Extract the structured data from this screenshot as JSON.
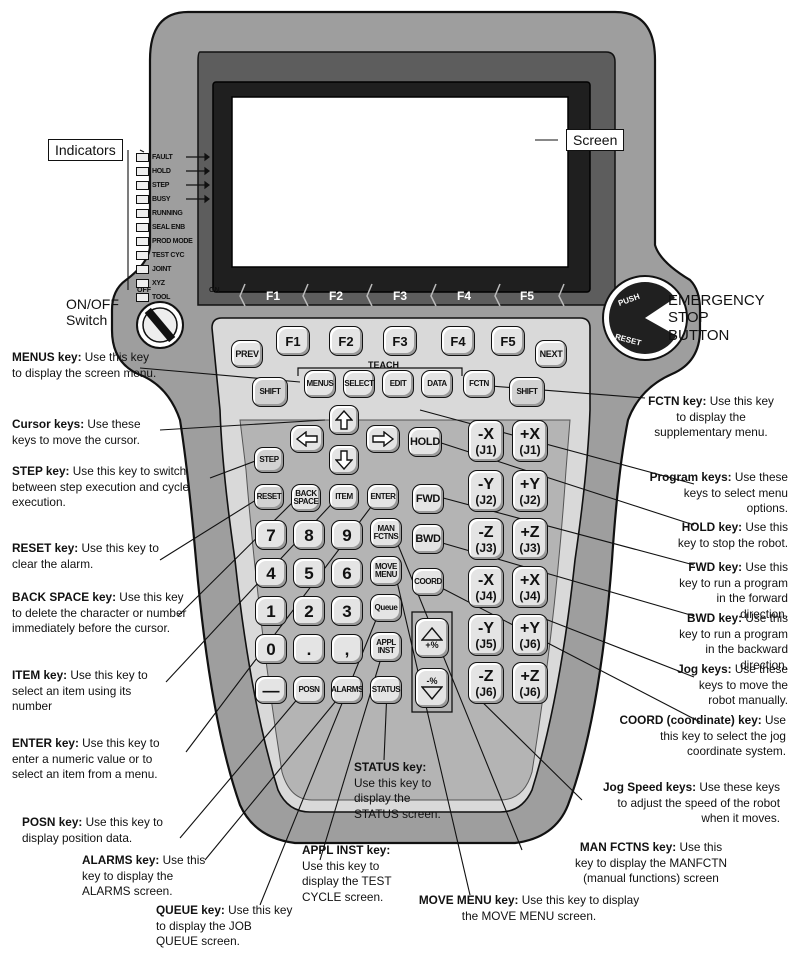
{
  "callouts": {
    "indicators": "Indicators",
    "screen": "Screen",
    "onoff_line1": "ON/OFF",
    "onoff_line2": "Switch",
    "estop_line1": "EMERGENCY",
    "estop_line2": "STOP",
    "estop_line3": "BUTTON",
    "switch_off": "OFF",
    "switch_on": "ON",
    "teach": "TEACH",
    "estop_ring_top": "PUSH",
    "estop_ring_bottom": "RESET"
  },
  "screen_fkeys": [
    "F1",
    "F2",
    "F3",
    "F4",
    "F5"
  ],
  "indicators": [
    "FAULT",
    "HOLD",
    "STEP",
    "BUSY",
    "RUNNING",
    "SEAL ENB",
    "PROD MODE",
    "TEST CYC",
    "JOINT",
    "XYZ",
    "TOOL"
  ],
  "keys": {
    "prev": "PREV",
    "f1": "F1",
    "f2": "F2",
    "f3": "F3",
    "f4": "F4",
    "f5": "F5",
    "next": "NEXT",
    "shift": "SHIFT",
    "menus": "MENUS",
    "select": "SELECT",
    "edit": "EDIT",
    "data": "DATA",
    "fctn": "FCTN",
    "step": "STEP",
    "hold": "HOLD",
    "reset": "RESET",
    "backspace_1": "BACK",
    "backspace_2": "SPACE",
    "item": "ITEM",
    "enter": "ENTER",
    "manfctns_1": "MAN",
    "manfctns_2": "FCTNS",
    "movemenu_1": "MOVE",
    "movemenu_2": "MENU",
    "queue": "Queue",
    "applinst_1": "APPL",
    "applinst_2": "INST",
    "status": "STATUS",
    "posn": "POSN",
    "alarms": "ALARMS",
    "fwd": "FWD",
    "bwd": "BWD",
    "coord": "COORD",
    "n7": "7",
    "n8": "8",
    "n9": "9",
    "n4": "4",
    "n5": "5",
    "n6": "6",
    "n1": "1",
    "n2": "2",
    "n3": "3",
    "n0": "0",
    "dot": ".",
    "comma": ",",
    "minus": "—",
    "speed_up": "+%",
    "speed_down": "-%",
    "jog_mx": "-X",
    "jog_mx_j": "(J1)",
    "jog_px": "+X",
    "jog_px_j": "(J1)",
    "jog_my": "-Y",
    "jog_my_j": "(J2)",
    "jog_py": "+Y",
    "jog_py_j": "(J2)",
    "jog_mz": "-Z",
    "jog_mz_j": "(J3)",
    "jog_pz": "+Z",
    "jog_pz_j": "(J3)",
    "jog_mx4": "-X",
    "jog_mx4_j": "(J4)",
    "jog_px4": "+X",
    "jog_px4_j": "(J4)",
    "jog_my5": "-Y",
    "jog_my5_j": "(J5)",
    "jog_py6": "+Y",
    "jog_py6_j": "(J6)",
    "jog_mz6": "-Z",
    "jog_mz6_j": "(J6)",
    "jog_pz6": "+Z",
    "jog_pz6_j": "(J6)"
  },
  "labels": {
    "menus_key": "MENUS key:",
    "menus_desc": "Use this key to display the screen menu.",
    "cursor_key": "Cursor keys:",
    "cursor_desc": "Use these keys to move the cursor.",
    "step_key": "STEP key:",
    "step_desc": "Use this key to switch between step execution and cycle execution.",
    "reset_key": "RESET key:",
    "reset_desc": "Use this key to clear the alarm.",
    "backspace_key": "BACK SPACE key:",
    "backspace_desc": "Use this key to delete the character or number immediately before the cursor.",
    "item_key": "ITEM key:",
    "item_desc": "Use this key to select an item using its number",
    "enter_key": "ENTER key:",
    "enter_desc": "Use this key to enter a numeric value or to select an item from a menu.",
    "posn_key": "POSN key:",
    "posn_desc": "Use this key to display position data.",
    "alarms_key": "ALARMS key:",
    "alarms_desc": "Use this key to display the ALARMS screen.",
    "queue_key": "QUEUE key:",
    "queue_desc": "Use this key to display the JOB QUEUE screen.",
    "applinst_key": "APPL INST key:",
    "applinst_desc": "Use this key to display the TEST CYCLE screen.",
    "status_key": "STATUS key:",
    "status_desc": "Use this key to display the STATUS screen.",
    "movemenu_key": "MOVE MENU key:",
    "movemenu_desc": "Use this key to display the MOVE MENU screen.",
    "manfctns_key": "MAN FCTNS key:",
    "manfctns_desc": "Use this key to display the MANFCTN (manual functions) screen",
    "jogspeed_key": "Jog Speed keys:",
    "jogspeed_desc": "Use these keys to adjust the speed of the robot when it moves.",
    "coord_key": "COORD (coordinate) key:",
    "coord_desc": "Use this key to select the jog coordinate system.",
    "jog_key": "Jog keys:",
    "jog_desc": "Use these keys to move the robot manually.",
    "bwd_key": "BWD key:",
    "bwd_desc": "Use this key to run a program in the backward direction.",
    "fwd_key": "FWD key:",
    "fwd_desc": "Use this key to run a program in the forward direction.",
    "hold_key": "HOLD key:",
    "hold_desc": "Use this key to stop the robot.",
    "program_key": "Program keys:",
    "program_desc": "Use these keys to select menu options.",
    "fctn_key": "FCTN key:",
    "fctn_desc": "Use this key to display the supplementary menu."
  }
}
